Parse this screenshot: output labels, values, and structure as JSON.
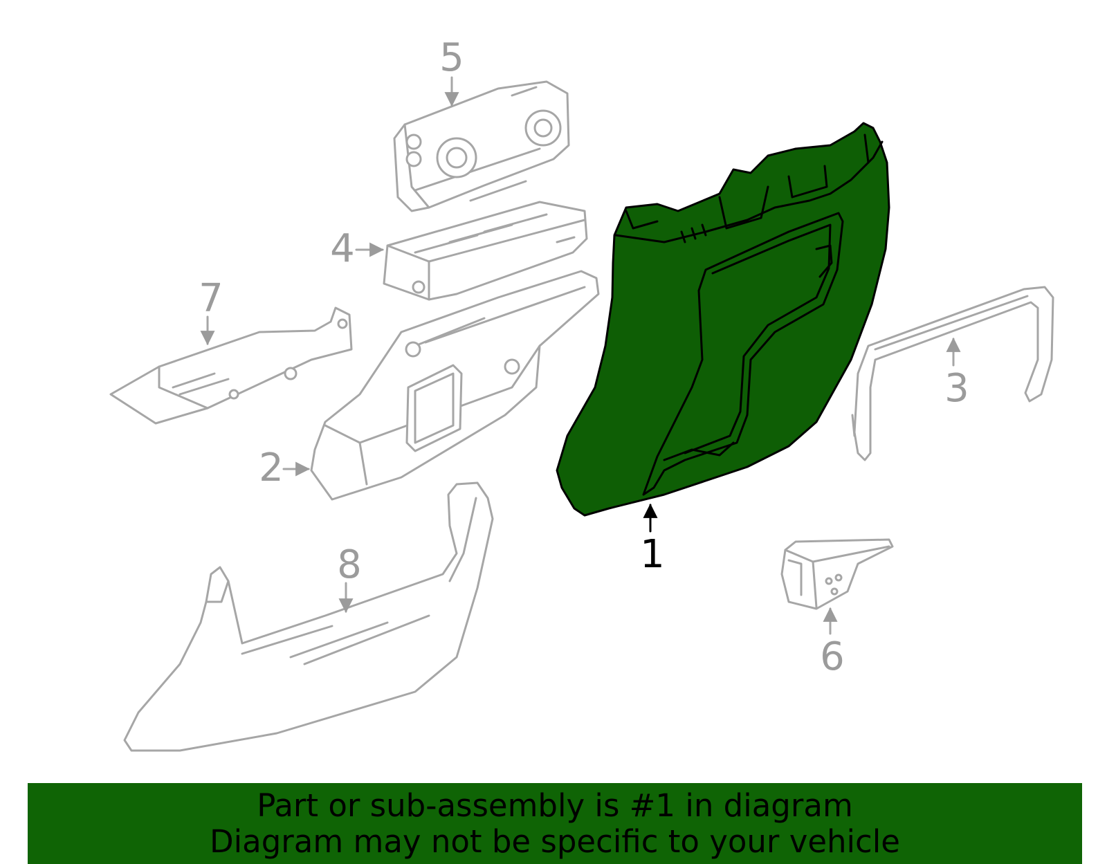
{
  "callouts": {
    "c1": "1",
    "c2": "2",
    "c3": "3",
    "c4": "4",
    "c5": "5",
    "c6": "6",
    "c7": "7",
    "c8": "8"
  },
  "highlighted_part": "1",
  "banner": {
    "line1": "Part or sub-assembly is #1 in diagram",
    "line2": "Diagram may not be specific to your vehicle"
  },
  "colors": {
    "highlight_fill": "#0e5e05",
    "banner_bg": "#0f6405",
    "ghost_stroke": "#a6a6a6",
    "callout_gray": "#9b9b9b"
  }
}
